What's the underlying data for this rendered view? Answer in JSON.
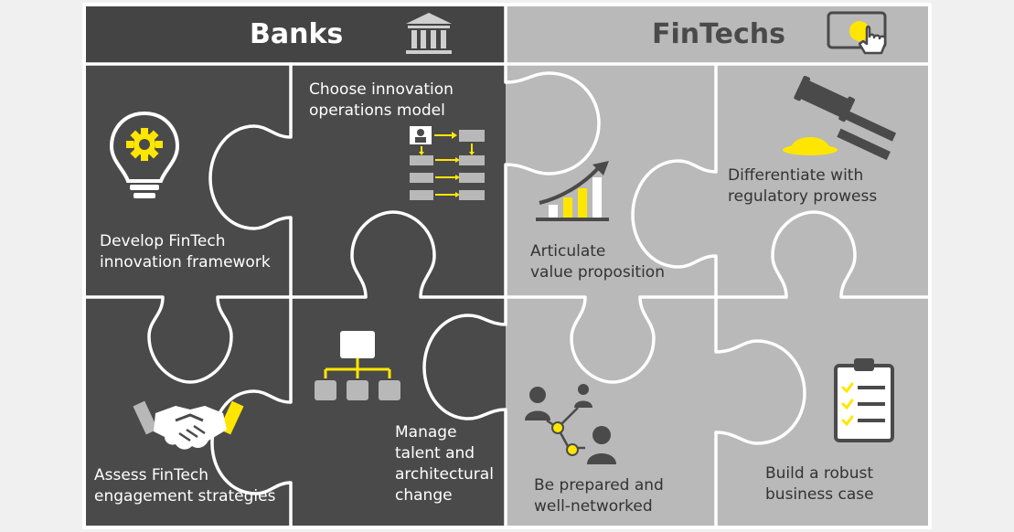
{
  "header": {
    "banks_label": "Banks",
    "fintechs_label": "FinTechs",
    "banks_icon": "bank-building-icon",
    "fintechs_icon": "tablet-touch-icon"
  },
  "pieces": {
    "develop": {
      "lines": [
        "Develop FinTech",
        "innovation framework"
      ],
      "icon": "lightbulb-gear-icon"
    },
    "choose": {
      "lines": [
        "Choose innovation",
        "operations model"
      ],
      "icon": "flowchart-icon"
    },
    "assess": {
      "lines": [
        "Assess FinTech",
        "engagement strategies"
      ],
      "icon": "handshake-icon"
    },
    "manage": {
      "lines": [
        "Manage",
        "talent and",
        "architectural",
        "change"
      ],
      "icon": "org-chart-icon"
    },
    "articulate": {
      "lines": [
        "Articulate",
        "value proposition"
      ],
      "icon": "growth-chart-icon"
    },
    "differentiate": {
      "lines": [
        "Differentiate with",
        "regulatory prowess"
      ],
      "icon": "gavel-icon"
    },
    "prepared": {
      "lines": [
        "Be prepared and",
        "well-networked"
      ],
      "icon": "network-people-icon"
    },
    "business": {
      "lines": [
        "Build a robust",
        "business case"
      ],
      "icon": "clipboard-checklist-icon"
    }
  },
  "colors": {
    "dark": "#4a4a4b",
    "light": "#b9b9b9",
    "accent": "#ffe600",
    "background": "#f0f0f0"
  }
}
